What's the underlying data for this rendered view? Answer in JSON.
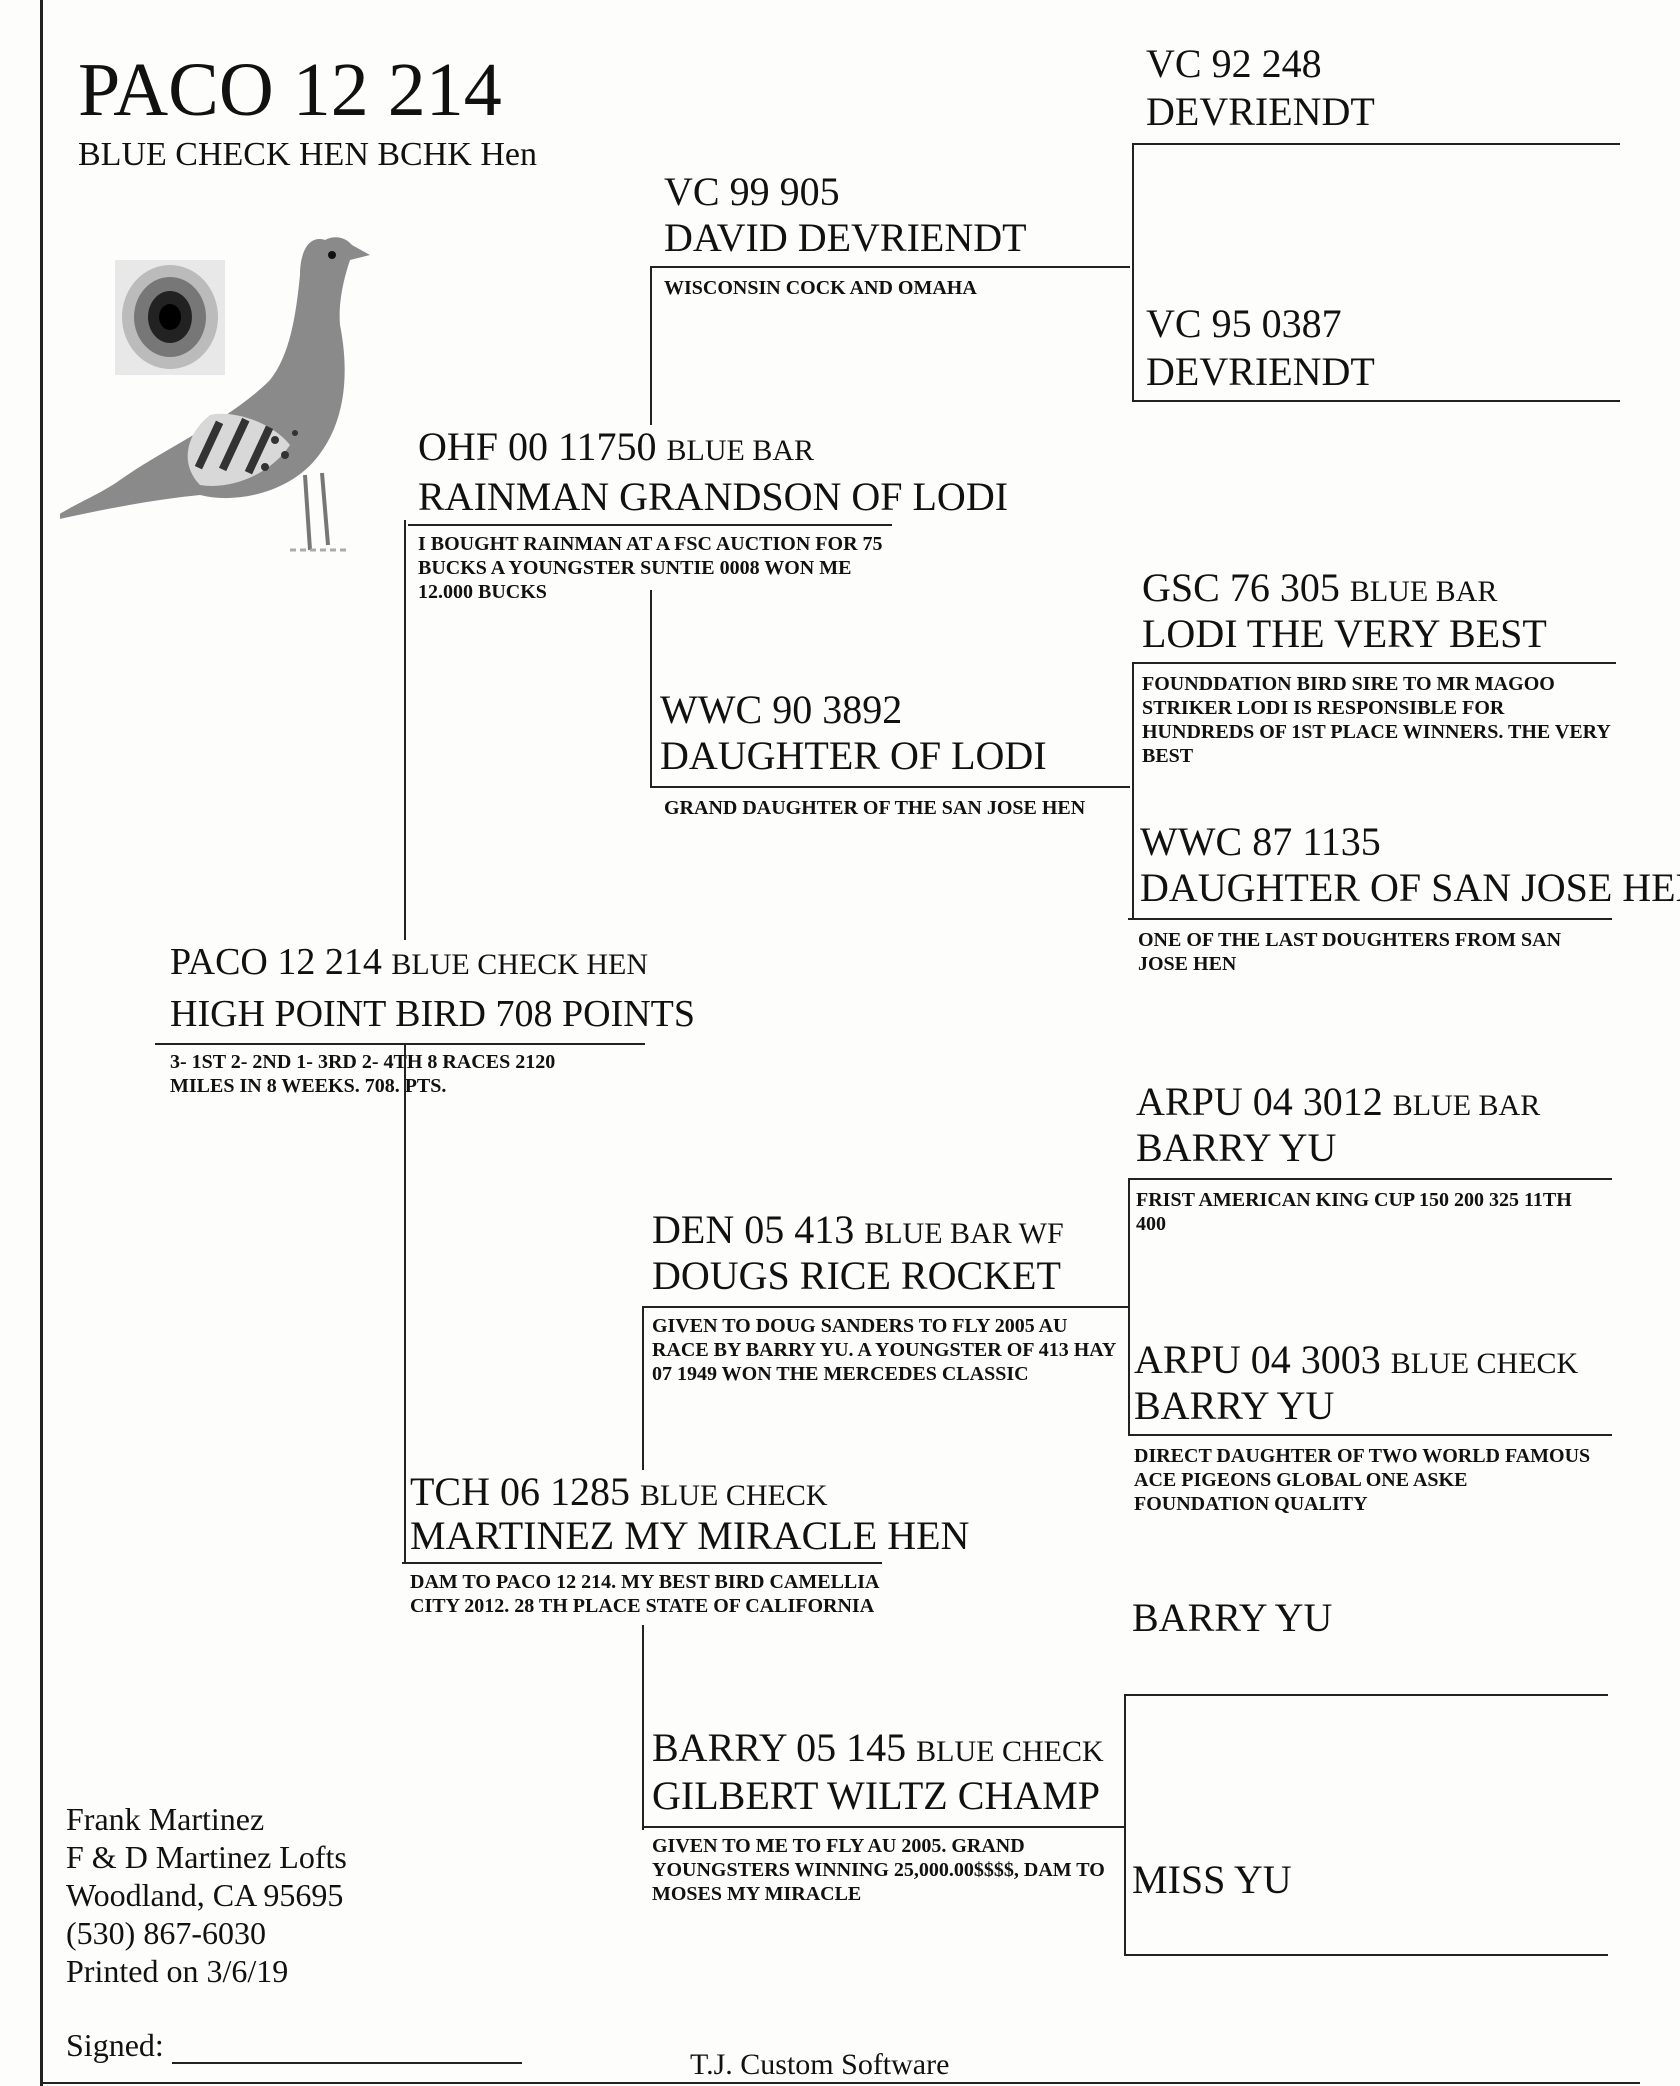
{
  "header": {
    "title": "PACO 12 214",
    "subtitle": "BLUE CHECK HEN  BCHK  Hen"
  },
  "subject": {
    "band": "PACO 12 214",
    "color": "BLUE CHECK HEN",
    "name": "HIGH POINT BIRD 708 POINTS",
    "notes": "3- 1ST 2- 2ND 1- 3RD 2- 4TH  8 RACES 2120 MILES IN 8 WEEKS. 708. PTS."
  },
  "sire": {
    "band": "OHF 00 11750",
    "color": "BLUE BAR",
    "name": "RAINMAN GRANDSON OF LODI",
    "notes": "I BOUGHT RAINMAN AT A FSC AUCTION FOR 75 BUCKS A YOUNGSTER SUNTIE 0008 WON ME 12.000 BUCKS"
  },
  "dam": {
    "band": "TCH 06 1285",
    "color": "BLUE CHECK",
    "name": "MARTINEZ MY MIRACLE HEN",
    "notes": "DAM TO PACO 12 214. MY BEST BIRD CAMELLIA CITY 2012. 28 TH PLACE STATE OF CALIFORNIA"
  },
  "ss": {
    "band": "VC 99 905",
    "name": "DAVID DEVRIENDT",
    "notes": "WISCONSIN COCK AND OMAHA"
  },
  "sd": {
    "band": "WWC 90 3892",
    "name": "DAUGHTER OF LODI",
    "notes": "GRAND DAUGHTER OF THE SAN JOSE HEN"
  },
  "ds": {
    "band": "DEN 05 413",
    "color": "BLUE BAR WF",
    "name": "DOUGS RICE ROCKET",
    "notes": "GIVEN TO DOUG SANDERS TO FLY 2005 AU RACE BY BARRY YU. A YOUNGSTER OF 413 HAY 07 1949 WON THE MERCEDES CLASSIC"
  },
  "dd": {
    "band": "BARRY 05 145",
    "color": "BLUE CHECK",
    "name": "GILBERT WILTZ CHAMP",
    "notes": "GIVEN TO ME TO FLY AU 2005. GRAND YOUNGSTERS WINNING 25,000.00$$$$, DAM TO MOSES MY MIRACLE"
  },
  "sss": {
    "band": "VC 92 248",
    "name": "DEVRIENDT"
  },
  "ssd": {
    "band": "VC 95 0387",
    "name": "DEVRIENDT"
  },
  "sds": {
    "band": "GSC 76 305",
    "color": "BLUE BAR",
    "name": "LODI THE VERY BEST",
    "notes": "FOUNDDATION BIRD SIRE TO MR MAGOO STRIKER LODI IS RESPONSIBLE FOR HUNDREDS OF 1ST PLACE WINNERS. THE VERY BEST"
  },
  "sdd": {
    "band": "WWC 87 1135",
    "name": "DAUGHTER OF SAN JOSE HEN",
    "notes": "ONE OF THE LAST DOUGHTERS FROM SAN JOSE HEN"
  },
  "dss": {
    "band": "ARPU 04 3012",
    "color": "BLUE BAR",
    "name": "BARRY YU",
    "notes": "FRIST AMERICAN  KING CUP 150 200 325 11TH 400"
  },
  "dsd": {
    "band": "ARPU 04 3003",
    "color": "BLUE CHECK",
    "name": "BARRY YU",
    "notes": "DIRECT DAUGHTER OF TWO WORLD FAMOUS ACE PIGEONS GLOBAL ONE ASKE FOUNDATION QUALITY"
  },
  "dds": {
    "name": "BARRY YU"
  },
  "ddd": {
    "name": "MISS YU"
  },
  "owner": {
    "name": "Frank Martinez",
    "loft": "F & D Martinez Lofts",
    "city": "Woodland, CA 95695",
    "phone": "(530) 867-6030",
    "printed": "Printed on 3/6/19"
  },
  "footer": {
    "signed_label": "Signed:",
    "software": "T.J. Custom Software"
  }
}
